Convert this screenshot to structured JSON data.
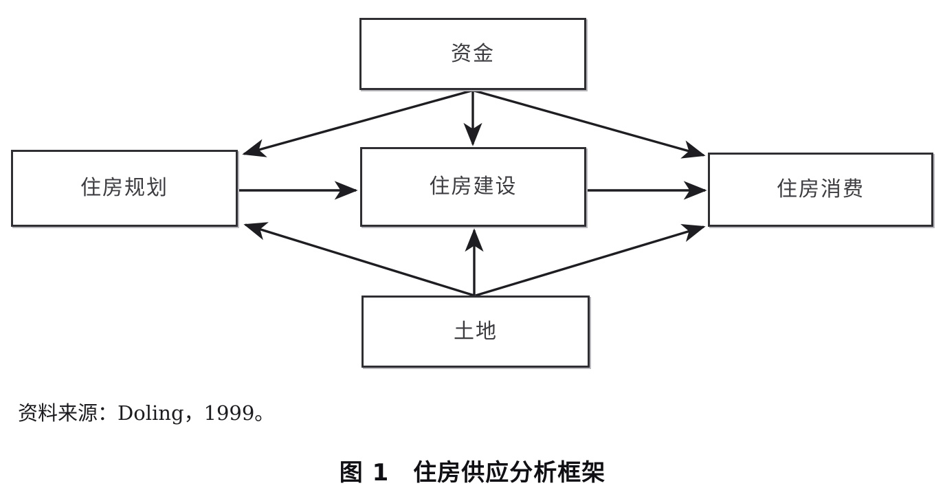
{
  "figure": {
    "title": "图 1　住房供应分析框架",
    "source_line": "资料来源：Doling，1999。"
  },
  "nodes": {
    "capital": {
      "label": "资金",
      "id": "capital"
    },
    "planning": {
      "label": "住房规划",
      "id": "planning"
    },
    "construction": {
      "label": "住房建设",
      "id": "construction"
    },
    "consumption": {
      "label": "住房消费",
      "id": "consumption"
    },
    "land": {
      "label": "土地",
      "id": "land"
    }
  },
  "edges": [
    {
      "from": "capital",
      "to": "planning",
      "style": "diagonal-down-left",
      "arrow": "single"
    },
    {
      "from": "capital",
      "to": "construction",
      "style": "vertical-down",
      "arrow": "single"
    },
    {
      "from": "capital",
      "to": "consumption",
      "style": "diagonal-down-right",
      "arrow": "single"
    },
    {
      "from": "planning",
      "to": "construction",
      "style": "horizontal-right",
      "arrow": "single"
    },
    {
      "from": "construction",
      "to": "consumption",
      "style": "horizontal-right",
      "arrow": "single"
    },
    {
      "from": "land",
      "to": "planning",
      "style": "diagonal-up-left",
      "arrow": "single"
    },
    {
      "from": "land",
      "to": "construction",
      "style": "vertical-up",
      "arrow": "single"
    },
    {
      "from": "land",
      "to": "consumption",
      "style": "diagonal-up-right",
      "arrow": "single"
    }
  ],
  "colors": {
    "background": "#ffffff",
    "box_border": "#2f2f33",
    "box_shadow": "#b9b9bd",
    "node_text": "#3c3c41",
    "edge_line": "#1e1e22",
    "caption_text": "#1c1c20",
    "title_text": "#101014"
  }
}
